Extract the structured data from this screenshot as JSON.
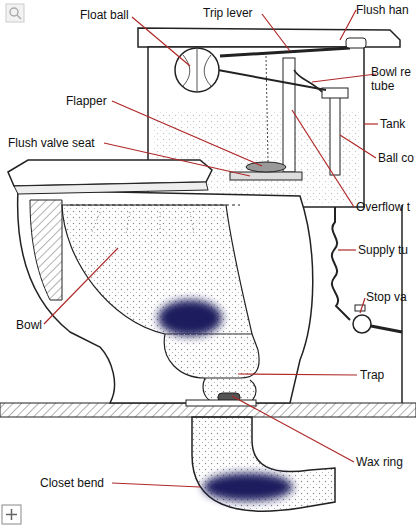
{
  "diagram": {
    "labels": [
      "Float ball",
      "Trip lever",
      "Flush han",
      "Bowl re tube",
      "Flapper",
      "Tank",
      "Flush valve seat",
      "Ball co",
      "Overflow t",
      "Supply tu",
      "Bowl",
      "Stop va",
      "Trap",
      "Wax ring",
      "Closet bend"
    ]
  }
}
